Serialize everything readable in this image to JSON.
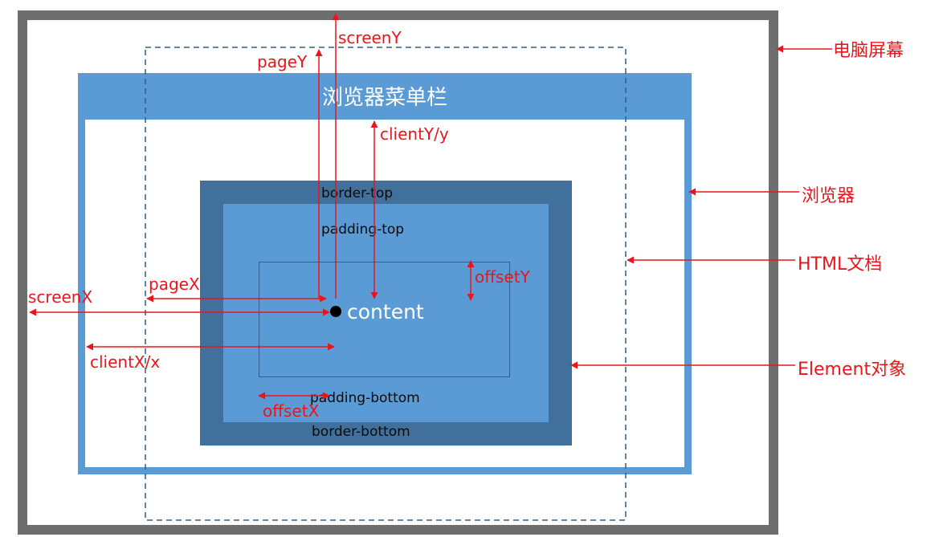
{
  "boxes": {
    "screen": "电脑屏幕",
    "browser": "浏览器",
    "menu_bar": "浏览器菜单栏",
    "html_document": "HTML文档",
    "element": "Element对象"
  },
  "element_parts": {
    "border_top": "border-top",
    "padding_top": "padding-top",
    "content": "content",
    "padding_bottom": "padding-bottom",
    "border_bottom": "border-bottom"
  },
  "coordinates": {
    "screen_y": "screenY",
    "page_y": "pageY",
    "client_y": "clientY/y",
    "offset_y": "offsetY",
    "screen_x": "screenX",
    "page_x": "pageX",
    "client_x": "clientX/x",
    "offset_x": "offsetX"
  },
  "colors": {
    "screen_frame": "#6e6e6e",
    "browser_blue": "#5b9bd5",
    "element_border": "#41709c",
    "annotation_red": "#e8161b",
    "document_dash": "#2e5f8f"
  }
}
